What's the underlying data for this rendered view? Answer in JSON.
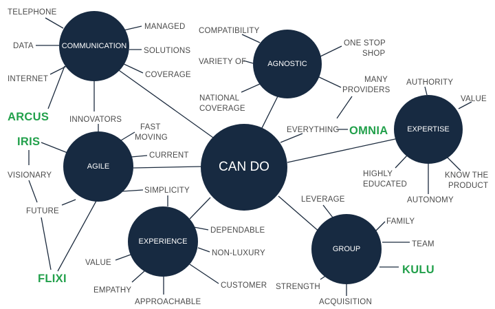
{
  "hubs": {
    "center": "CAN DO",
    "communication": "COMMUNICATION",
    "agnostic": "AGNOSTIC",
    "expertise": "EXPERTISE",
    "agile": "AGILE",
    "experience": "EXPERIENCE",
    "group": "GROUP"
  },
  "leaves": {
    "telephone": "TELEPHONE",
    "managed": "MANAGED",
    "data": "DATA",
    "solutions": "SOLUTIONS",
    "internet": "INTERNET",
    "coverage": "COVERAGE",
    "innovators": "INNOVATORS",
    "compatibility": "COMPATIBILITY",
    "one_stop_1": "ONE STOP",
    "one_stop_2": "SHOP",
    "variety_of": "VARIETY OF",
    "many_providers_1": "MANY",
    "many_providers_2": "PROVIDERS",
    "national_coverage_1": "NATIONAL",
    "national_coverage_2": "COVERAGE",
    "everything": "EVERYTHING",
    "authority": "AUTHORITY",
    "value_expertise": "VALUE",
    "highly_educated_1": "HIGHLY",
    "highly_educated_2": "EDUCATED",
    "know_product_1": "KNOW THE",
    "know_product_2": "PRODUCT",
    "autonomy": "AUTONOMY",
    "fast_moving_1": "FAST",
    "fast_moving_2": "MOVING",
    "current": "CURRENT",
    "visionary": "VISIONARY",
    "simplicity": "SIMPLICITY",
    "future": "FUTURE",
    "dependable": "DEPENDABLE",
    "non_luxury": "NON-LUXURY",
    "value_experience": "VALUE",
    "customer": "CUSTOMER",
    "empathy": "EMPATHY",
    "approachable": "APPROACHABLE",
    "leverage": "LEVERAGE",
    "family": "FAMILY",
    "team": "TEAM",
    "strength": "STRENGTH",
    "acquisition": "ACQUISITION"
  },
  "brands": {
    "arcus": "ARCUS",
    "iris": "IRIS",
    "omnia": "OMNIA",
    "flixi": "FLIXI",
    "kulu": "KULU"
  },
  "colors": {
    "hub_fill": "#172a41",
    "edge": "#1b2a3d",
    "leaf_text": "#4a4a4a",
    "brand_text": "#22a04b",
    "background": "#ffffff"
  }
}
